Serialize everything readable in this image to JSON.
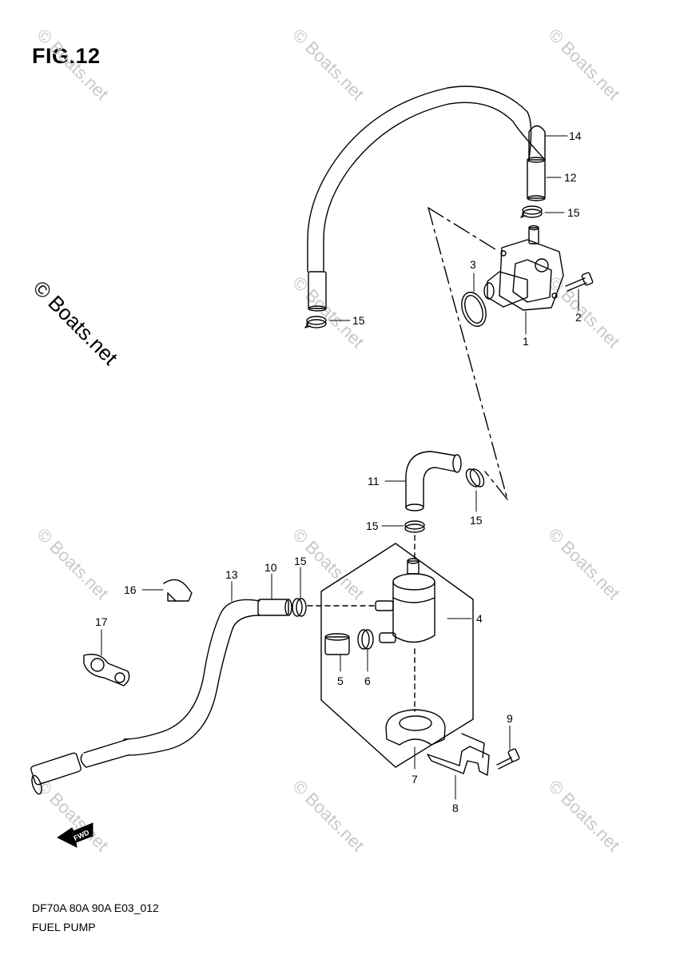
{
  "figure": {
    "title": "FIG.12",
    "code": "DF70A 80A 90A E03_012",
    "name": "FUEL PUMP"
  },
  "watermark": {
    "text": "© Boats.net",
    "large_text": "© Boats.net"
  },
  "fwd_arrow": {
    "label": "FWD"
  },
  "callouts": {
    "c1": "1",
    "c2": "2",
    "c3": "3",
    "c4": "4",
    "c5": "5",
    "c6": "6",
    "c7": "7",
    "c8": "8",
    "c9": "9",
    "c10": "10",
    "c11": "11",
    "c12": "12",
    "c13": "13",
    "c14": "14",
    "c15a": "15",
    "c15b": "15",
    "c15c": "15",
    "c15d": "15",
    "c15e": "15",
    "c16": "16",
    "c17": "17"
  },
  "colors": {
    "line": "#000000",
    "watermark": "#c8c8c8",
    "background": "#ffffff"
  }
}
